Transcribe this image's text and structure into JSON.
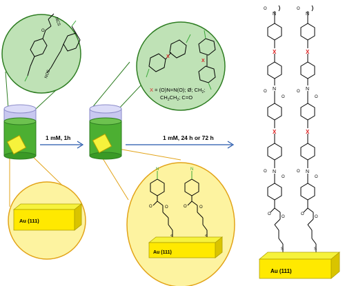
{
  "steps": {
    "step1_label": "1 mM, 1h",
    "step2_label": "1 mM, 24 h or 72 h"
  },
  "substrate": {
    "label": "Au (111)"
  },
  "legend": {
    "x_prefix": "X",
    "x_line1": " = (O)N=N(O); Ø; CH",
    "x_sub1": "2",
    "x_line1_end": ";",
    "x_line2a": "CH",
    "x_sub2": "2",
    "x_line2b": "CH",
    "x_sub3": "2",
    "x_line2c": "; C=O"
  },
  "atoms": {
    "nitrogen": "N",
    "oxygen": "O",
    "sulfur": "S",
    "x": "X",
    "plus": "+",
    "minus": "−",
    "nitroso_left": "N",
    "ncs": "NCS"
  },
  "colors": {
    "glass": "#c8c8f0",
    "liquid": "#4caf32",
    "green_circle": "#bfe2b6",
    "green_edge": "#2e7d22",
    "yellow_circle": "#fdf3a0",
    "yellow_edge": "#e2a318",
    "gold_top": "#f6f23c",
    "gold_front": "#ffe900",
    "gold_side": "#d9c400",
    "arrow": "#2255aa",
    "red_x": "#dd2222",
    "nitroso_green": "#3aa83a"
  }
}
